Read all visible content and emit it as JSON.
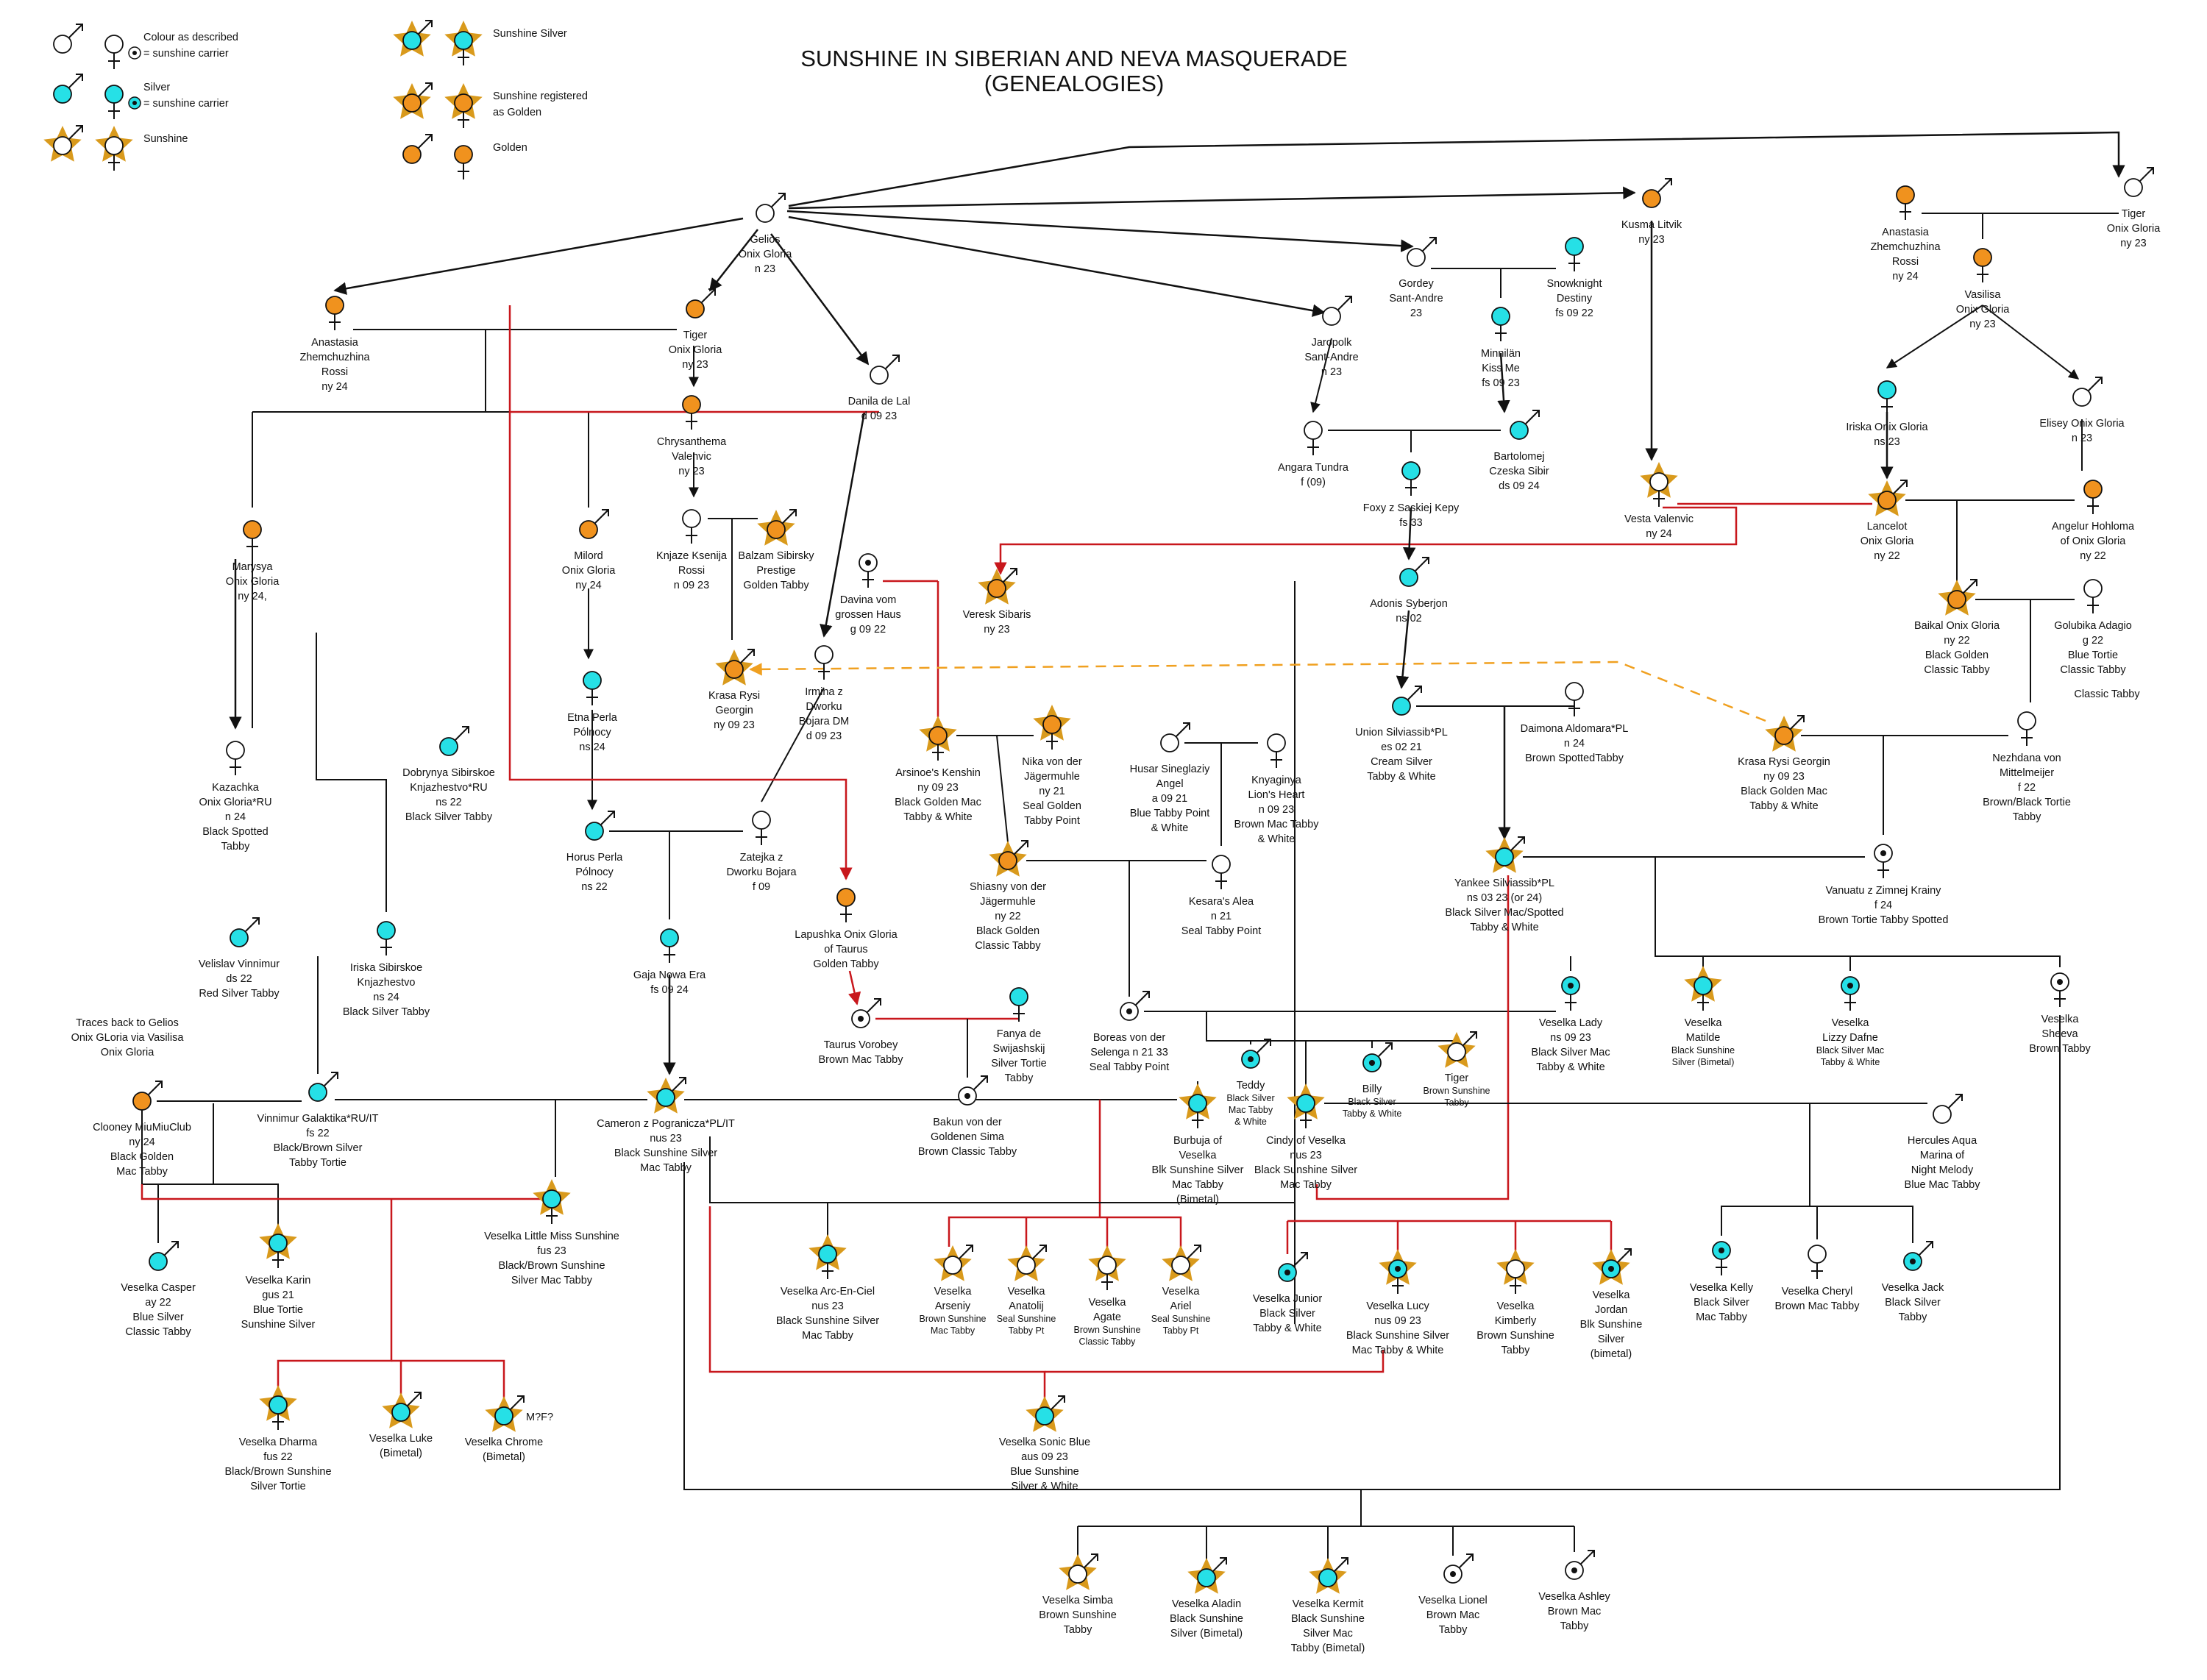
{
  "title": {
    "line1": "SUNSHINE IN SIBERIAN AND NEVA MASQUERADE",
    "line2": "(GENEALOGIES)"
  },
  "legend": [
    {
      "key": "colour",
      "lines": [
        "Colour as described",
        "= sunshine carrier"
      ]
    },
    {
      "key": "silver",
      "lines": [
        "Silver",
        "= sunshine carrier"
      ]
    },
    {
      "key": "sunshine",
      "lines": [
        "Sunshine"
      ]
    },
    {
      "key": "sunsilver",
      "lines": [
        "Sunshine Silver"
      ]
    },
    {
      "key": "sungolden",
      "lines": [
        "Sunshine registered",
        "as Golden"
      ]
    },
    {
      "key": "golden",
      "lines": [
        "Golden"
      ]
    }
  ],
  "colors": {
    "white": "#ffffff",
    "silver": "#26e0e6",
    "golden": "#f0921e",
    "star": "#d99a1c",
    "line": "#111111",
    "red": "#c8171c",
    "dash": "#f0a020"
  },
  "cats": [
    {
      "id": "gelios",
      "type": "white",
      "sex": "m",
      "lines": [
        "Gelios",
        "Onix Gloria",
        "n 23"
      ]
    },
    {
      "id": "anastasia1",
      "type": "golden",
      "sex": "f",
      "lines": [
        "Anastasia",
        "Zhemchuzhina",
        "Rossi",
        "ny 24"
      ]
    },
    {
      "id": "tiger1",
      "type": "golden",
      "sex": "m",
      "lines": [
        "Tiger",
        "Onix Gloria",
        "ny 23"
      ]
    },
    {
      "id": "danila",
      "type": "white",
      "sex": "m",
      "lines": [
        "Danila de Lal",
        "d 09 23"
      ]
    },
    {
      "id": "chrysanthema",
      "type": "golden",
      "sex": "f",
      "lines": [
        "Chrysanthema",
        "Valenvic",
        "ny 23"
      ]
    },
    {
      "id": "knjaze",
      "type": "white",
      "sex": "f",
      "lines": [
        "Knjaze Ksenija",
        "Rossi",
        "n 09 23"
      ]
    },
    {
      "id": "balzam",
      "type": "sungold",
      "sex": "m",
      "lines": [
        "Balzam Sibirsky",
        "Prestige",
        "Golden Tabby"
      ]
    },
    {
      "id": "marysya",
      "type": "golden",
      "sex": "f",
      "lines": [
        "Marysya",
        "Onix Gloria",
        "ny 24,"
      ]
    },
    {
      "id": "milord",
      "type": "golden",
      "sex": "m",
      "lines": [
        "Milord",
        "Onix Gloria",
        "ny 24"
      ]
    },
    {
      "id": "kazachka",
      "type": "white",
      "sex": "f",
      "lines": [
        "Kazachka",
        "Onix Gloria*RU",
        "n 24",
        "Black Spotted",
        "Tabby"
      ]
    },
    {
      "id": "dobrynya",
      "type": "silver",
      "sex": "m",
      "lines": [
        "Dobrynya Sibirskoe",
        "Knjazhestvo*RU",
        "ns 22",
        "Black Silver Tabby"
      ]
    },
    {
      "id": "etna",
      "type": "silver",
      "sex": "f",
      "lines": [
        "Etna Perla",
        "Pólnocy",
        "ns 24"
      ]
    },
    {
      "id": "horus",
      "type": "silver",
      "sex": "m",
      "lines": [
        "Horus Perla",
        "Pólnocy",
        "ns 22"
      ]
    },
    {
      "id": "zatejka",
      "type": "white",
      "sex": "f",
      "lines": [
        "Zatejka z",
        "Dworku Bojara",
        "f 09"
      ]
    },
    {
      "id": "irmina",
      "type": "white",
      "sex": "f",
      "lines": [
        "Irmina z",
        "Dworku",
        "Bojara DM",
        "d 09 23"
      ]
    },
    {
      "id": "krasa1",
      "type": "sungold",
      "sex": "m",
      "lines": [
        "Krasa Rysi",
        "Georgin",
        "ny 09 23"
      ]
    },
    {
      "id": "davina",
      "type": "carrier",
      "sex": "f",
      "lines": [
        "Davina vom",
        "grossen Haus",
        "g 09 22"
      ]
    },
    {
      "id": "veresk",
      "type": "sungold",
      "sex": "m",
      "lines": [
        "Veresk Sibaris",
        "ny 23"
      ]
    },
    {
      "id": "velislav",
      "type": "silver",
      "sex": "m",
      "lines": [
        "Velislav Vinnimur",
        "ds 22",
        "Red Silver Tabby"
      ]
    },
    {
      "id": "iriska1",
      "type": "silver",
      "sex": "f",
      "lines": [
        "Iriska Sibirskoe",
        "Knjazhestvo",
        "ns 24",
        "Black Silver Tabby"
      ]
    },
    {
      "id": "gaja",
      "type": "silver",
      "sex": "f",
      "lines": [
        "Gaja Nowa Era",
        "fs 09 24"
      ]
    },
    {
      "id": "lapushka",
      "type": "golden",
      "sex": "f",
      "lines": [
        "Lapushka Onix Gloria",
        "of Taurus",
        "Golden Tabby"
      ]
    },
    {
      "id": "taurus",
      "type": "carrier",
      "sex": "m",
      "lines": [
        "Taurus Vorobey",
        "Brown Mac Tabby"
      ]
    },
    {
      "id": "fanya",
      "type": "silver",
      "sex": "f",
      "lines": [
        "Fanya de",
        "Swijashskij",
        "Silver Tortie",
        "Tabby"
      ]
    },
    {
      "id": "clooney",
      "type": "golden",
      "sex": "m",
      "lines": [
        "Clooney MiuMiuClub",
        "ny 24",
        "Black Golden",
        "Mac Tabby"
      ]
    },
    {
      "id": "vinnimur",
      "type": "silver",
      "sex": "m",
      "lines": [
        "Vinnimur Galaktika*RU/IT",
        "fs 22",
        "Black/Brown Silver",
        "Tabby Tortie"
      ]
    },
    {
      "id": "cameron",
      "type": "sunsilver",
      "sex": "m",
      "lines": [
        "Cameron z Pogranicza*PL/IT",
        "nus 23",
        "Black Sunshine Silver",
        "Mac Tabby"
      ]
    },
    {
      "id": "arsinoe",
      "type": "sungold",
      "sex": "f",
      "lines": [
        "Arsinoe's Kenshin",
        "ny 09 23",
        "Black Golden Mac",
        "Tabby & White"
      ]
    },
    {
      "id": "nika",
      "type": "sungold",
      "sex": "f",
      "lines": [
        "Nika von der",
        "Jägermuhle",
        "ny 21",
        "Seal Golden",
        "Tabby Point"
      ]
    },
    {
      "id": "shiasny",
      "type": "sungold",
      "sex": "m",
      "lines": [
        "Shiasny von der",
        "Jägermuhle",
        "ny 22",
        "Black Golden",
        "Classic Tabby"
      ]
    },
    {
      "id": "husar",
      "type": "white",
      "sex": "m",
      "lines": [
        "Husar Sineglaziy",
        "Angel",
        "a 09 21",
        "Blue Tabby Point",
        "& White"
      ]
    },
    {
      "id": "knyaginya",
      "type": "white",
      "sex": "f",
      "lines": [
        "Knyaginya",
        "Lion's Heart",
        "n 09  23",
        "Brown Mac Tabby",
        "& White"
      ]
    },
    {
      "id": "kesara",
      "type": "white",
      "sex": "f",
      "lines": [
        "Kesara's Alea",
        "n 21",
        "Seal Tabby Point"
      ]
    },
    {
      "id": "boreas",
      "type": "carrier",
      "sex": "m",
      "lines": [
        "Boreas von der",
        "Selenga   n 21 33",
        "Seal Tabby Point"
      ]
    },
    {
      "id": "bakun",
      "type": "carrier",
      "sex": "m",
      "lines": [
        "Bakun von der",
        "Goldenen Sima",
        "Brown Classic Tabby"
      ]
    },
    {
      "id": "gordey",
      "type": "white",
      "sex": "m",
      "lines": [
        "Gordey",
        "Sant-Andre",
        "23"
      ]
    },
    {
      "id": "snowknight",
      "type": "silver",
      "sex": "f",
      "lines": [
        "Snowknight",
        "Destiny",
        "fs 09 22"
      ]
    },
    {
      "id": "jaropolk",
      "type": "white",
      "sex": "m",
      "lines": [
        "Jaropolk",
        "Sant-Andre",
        "n 23"
      ]
    },
    {
      "id": "minnilan",
      "type": "silver",
      "sex": "f",
      "lines": [
        "Minnilän",
        "Kiss Me",
        "fs 09 23"
      ]
    },
    {
      "id": "angara",
      "type": "white",
      "sex": "f",
      "lines": [
        "Angara Tundra",
        "f (09)"
      ]
    },
    {
      "id": "bartolomej",
      "type": "silver",
      "sex": "m",
      "lines": [
        "Bartolomej",
        "Czeska Sibir",
        "ds 09 24"
      ]
    },
    {
      "id": "foxy",
      "type": "silver",
      "sex": "f",
      "lines": [
        "Foxy z Saskiej Kepy",
        "fs 33"
      ]
    },
    {
      "id": "adonis",
      "type": "silver",
      "sex": "m",
      "lines": [
        "Adonis Syberjon",
        "ns 02"
      ]
    },
    {
      "id": "union",
      "type": "silver",
      "sex": "m",
      "lines": [
        "Union Silviassib*PL",
        "es 02 21",
        "Cream Silver",
        "Tabby & White"
      ]
    },
    {
      "id": "daimona",
      "type": "white",
      "sex": "f",
      "lines": [
        "Daimona Aldomara*PL",
        "n 24",
        "Brown SpottedTabby"
      ]
    },
    {
      "id": "yankee",
      "type": "sunsilver",
      "sex": "m",
      "lines": [
        "Yankee Silviassib*PL",
        "ns 03 23  (or 24)",
        "Black Silver Mac/Spotted",
        "Tabby & White"
      ]
    },
    {
      "id": "vanuatu",
      "type": "carrier",
      "sex": "f",
      "lines": [
        "Vanuatu z Zimnej Krainy",
        "f 24",
        "Brown Tortie Tabby Spotted"
      ]
    },
    {
      "id": "kusma",
      "type": "golden",
      "sex": "m",
      "lines": [
        "Kusma Litvik",
        "ny 23"
      ]
    },
    {
      "id": "vesta",
      "type": "sunwhite",
      "sex": "f",
      "lines": [
        "Vesta Valenvic",
        "ny 24"
      ]
    },
    {
      "id": "anastasia2",
      "type": "golden",
      "sex": "f",
      "lines": [
        "Anastasia",
        "Zhemchuzhina",
        "Rossi",
        "ny 24"
      ]
    },
    {
      "id": "tiger2",
      "type": "white",
      "sex": "m",
      "lines": [
        "Tiger",
        "Onix Gloria",
        "ny 23"
      ]
    },
    {
      "id": "vasilisa",
      "type": "golden",
      "sex": "f",
      "lines": [
        "Vasilisa",
        "Onix Gloria",
        "ny 23"
      ]
    },
    {
      "id": "iriska2",
      "type": "silver",
      "sex": "f",
      "lines": [
        "Iriska Onix Gloria",
        "ns 23"
      ]
    },
    {
      "id": "elisey",
      "type": "white",
      "sex": "m",
      "lines": [
        "Elisey Onix Gloria",
        "n 23"
      ]
    },
    {
      "id": "lancelot",
      "type": "sungold",
      "sex": "m",
      "lines": [
        "Lancelot",
        "Onix Gloria",
        "ny 22"
      ]
    },
    {
      "id": "angelur",
      "type": "golden",
      "sex": "f",
      "lines": [
        "Angelur Hohloma",
        "of Onix Gloria",
        "ny 22"
      ]
    },
    {
      "id": "baikal",
      "type": "sungold",
      "sex": "m",
      "lines": [
        "Baikal Onix Gloria",
        "ny 22",
        "Black Golden",
        "Classic Tabby"
      ]
    },
    {
      "id": "golubika",
      "type": "white",
      "sex": "f",
      "lines": [
        "Golubika Adagio",
        "g 22",
        "Blue Tortie",
        "Classic Tabby"
      ]
    },
    {
      "id": "krasa2",
      "type": "sungold",
      "sex": "m",
      "lines": [
        "Krasa Rysi Georgin",
        "ny 09 23",
        "Black Golden Mac",
        "Tabby & White"
      ]
    },
    {
      "id": "nezhdana",
      "type": "white",
      "sex": "f",
      "lines": [
        "Nezhdana von",
        "Mittelmeijer",
        "f 22",
        "Brown/Black Tortie",
        "Tabby"
      ]
    },
    {
      "id": "vlady",
      "type": "carrier_s",
      "sex": "f",
      "lines": [
        "Veselka Lady",
        "ns 09 23",
        "Black Silver Mac",
        "Tabby  & White"
      ]
    },
    {
      "id": "vmatilde",
      "type": "sunsilver",
      "sex": "f",
      "lines": [
        "Veselka",
        "Matilde"
      ],
      "small": [
        "Black Sunshine",
        "Silver (Bimetal)"
      ]
    },
    {
      "id": "vlizzy",
      "type": "carrier_s",
      "sex": "f",
      "lines": [
        "Veselka",
        "Lizzy Dafne"
      ],
      "small": [
        "Black Silver Mac",
        "Tabby & White"
      ]
    },
    {
      "id": "vsheeva",
      "type": "carrier",
      "sex": "f",
      "lines": [
        "Veselka",
        "Sheeva",
        "Brown Tabby"
      ]
    },
    {
      "id": "teddy",
      "type": "carrier_s",
      "sex": "m",
      "lines": [
        "Teddy"
      ],
      "small": [
        "Black Silver",
        "Mac Tabby",
        "& White"
      ]
    },
    {
      "id": "billy",
      "type": "carrier_s",
      "sex": "m",
      "lines": [
        "Billy"
      ],
      "small": [
        "Black Silver",
        "Tabby & White"
      ]
    },
    {
      "id": "tiger3",
      "type": "sunwhite",
      "sex": "m",
      "lines": [
        "Tiger"
      ],
      "small": [
        "Brown Sunshine",
        "Tabby"
      ]
    },
    {
      "id": "burbuja",
      "type": "sunsilver",
      "sex": "f",
      "lines": [
        "Burbuja of",
        "Veselka",
        "Blk Sunshine Silver",
        "Mac Tabby",
        "(Bimetal)"
      ]
    },
    {
      "id": "cindy",
      "type": "sunsilver",
      "sex": "f",
      "lines": [
        "Cindy of Veselka",
        "nus 23",
        "Black Sunshine Silver",
        "Mac Tabby"
      ]
    },
    {
      "id": "hercules",
      "type": "white",
      "sex": "m",
      "lines": [
        "Hercules Aqua",
        "Marina of",
        "Night Melody",
        "Blue Mac Tabby"
      ]
    },
    {
      "id": "vcasper",
      "type": "silver",
      "sex": "m",
      "lines": [
        "Veselka Casper",
        "ay 22",
        "Blue Silver",
        "Classic Tabby"
      ]
    },
    {
      "id": "vkarin",
      "type": "sunsilver",
      "sex": "f",
      "lines": [
        "Veselka Karin",
        "gus 21",
        "Blue Tortie",
        "Sunshine Silver"
      ]
    },
    {
      "id": "vlittlemiss",
      "type": "sunsilver",
      "sex": "f",
      "lines": [
        "Veselka Little Miss Sunshine",
        "fus 23",
        "Black/Brown Sunshine",
        "Silver Mac Tabby"
      ]
    },
    {
      "id": "varcenciel",
      "type": "sunsilver",
      "sex": "f",
      "lines": [
        "Veselka Arc-En-Ciel",
        "nus 23",
        "Black Sunshine Silver",
        "Mac Tabby"
      ]
    },
    {
      "id": "varseniy",
      "type": "sunwhite",
      "sex": "m",
      "lines": [
        "Veselka",
        "Arseniy"
      ],
      "small": [
        "Brown Sunshine",
        "Mac Tabby"
      ]
    },
    {
      "id": "vanatolij",
      "type": "sunwhite",
      "sex": "m",
      "lines": [
        "Veselka",
        "Anatolij"
      ],
      "small": [
        "Seal Sunshine",
        "Tabby Pt"
      ]
    },
    {
      "id": "vagate",
      "type": "sunwhite",
      "sex": "f",
      "lines": [
        "Veselka",
        "Agate"
      ],
      "small": [
        "Brown Sunshine",
        "Classic Tabby"
      ]
    },
    {
      "id": "variel",
      "type": "sunwhite",
      "sex": "m",
      "lines": [
        "Veselka",
        "Ariel"
      ],
      "small": [
        "Seal Sunshine",
        "Tabby Pt"
      ]
    },
    {
      "id": "vjunior",
      "type": "carrier_s",
      "sex": "m",
      "lines": [
        "Veselka Junior",
        "Black Silver",
        "Tabby & White"
      ]
    },
    {
      "id": "vlucy",
      "type": "sunsilver_c",
      "sex": "f",
      "lines": [
        "Veselka Lucy",
        "nus 09 23",
        "Black Sunshine Silver",
        "Mac Tabby & White"
      ]
    },
    {
      "id": "vkimberly",
      "type": "sunwhite",
      "sex": "f",
      "lines": [
        "Veselka",
        "Kimberly",
        "Brown Sunshine",
        "Tabby"
      ]
    },
    {
      "id": "vjordan",
      "type": "sunsilver_c",
      "sex": "m",
      "lines": [
        "Veselka",
        "Jordan",
        "Blk Sunshine",
        "Silver",
        "(bimetal)"
      ]
    },
    {
      "id": "vkelly",
      "type": "carrier_s",
      "sex": "f",
      "lines": [
        "Veselka Kelly",
        "Black Silver",
        "Mac Tabby"
      ]
    },
    {
      "id": "vcheryl",
      "type": "white",
      "sex": "f",
      "lines": [
        "Veselka Cheryl",
        "Brown Mac Tabby"
      ]
    },
    {
      "id": "vjack",
      "type": "carrier_s",
      "sex": "m",
      "lines": [
        "Veselka Jack",
        "Black Silver",
        "Tabby"
      ]
    },
    {
      "id": "vdharma",
      "type": "sunsilver",
      "sex": "f",
      "lines": [
        "Veselka Dharma",
        "fus 22",
        "Black/Brown Sunshine",
        "Silver Tortie"
      ]
    },
    {
      "id": "vluke",
      "type": "sunsilver",
      "sex": "m",
      "lines": [
        "Veselka Luke",
        "(Bimetal)"
      ]
    },
    {
      "id": "vchrome",
      "type": "sunsilver",
      "sex": "m",
      "lines": [
        "Veselka Chrome",
        "(Bimetal)"
      ],
      "tag": "M?F?"
    },
    {
      "id": "vsonic",
      "type": "sunsilver",
      "sex": "m",
      "lines": [
        "Veselka Sonic Blue",
        "aus 09 23",
        "Blue Sunshine",
        "Silver & White"
      ]
    },
    {
      "id": "vsimba",
      "type": "sunwhite",
      "sex": "m",
      "lines": [
        "Veselka Simba",
        "Brown Sunshine",
        "Tabby"
      ]
    },
    {
      "id": "valadin",
      "type": "sunsilver",
      "sex": "m",
      "lines": [
        "Veselka Aladin",
        "Black Sunshine",
        "Silver (Bimetal)"
      ]
    },
    {
      "id": "vkermit",
      "type": "sunsilver",
      "sex": "m",
      "lines": [
        "Veselka Kermit",
        "Black Sunshine",
        "Silver Mac",
        "Tabby (Bimetal)"
      ]
    },
    {
      "id": "vlionel",
      "type": "carrier",
      "sex": "m",
      "lines": [
        "Veselka Lionel",
        "Brown Mac",
        "Tabby"
      ]
    },
    {
      "id": "vashley",
      "type": "carrier",
      "sex": "m",
      "lines": [
        "Veselka Ashley",
        "Brown Mac",
        "Tabby"
      ]
    }
  ],
  "notes": [
    {
      "id": "traces",
      "lines": [
        "Traces back to Gelios",
        "Onix GLoria via Vasilisa",
        "Onix Gloria"
      ]
    },
    {
      "id": "classic",
      "lines": [
        "Classic Tabby"
      ]
    }
  ]
}
